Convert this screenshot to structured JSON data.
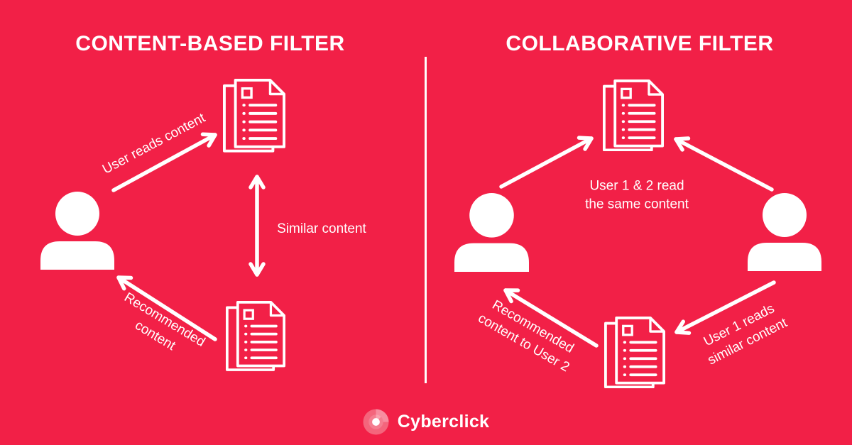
{
  "colors": {
    "background": "#f22047",
    "foreground": "#ffffff",
    "logo_outer": "#f4657c",
    "logo_wedge": "#f78da0",
    "logo_mid": "#f57d90"
  },
  "panels": {
    "left": {
      "title": "CONTENT-BASED FILTER",
      "labels": {
        "user_reads": "User reads content",
        "similar": "Similar content",
        "recommended": {
          "line1": "Recommended",
          "line2": "content"
        }
      }
    },
    "right": {
      "title": "COLLABORATIVE FILTER",
      "labels": {
        "read_same": {
          "line1": "User 1 & 2 read",
          "line2": "the same content"
        },
        "recommended_user2": {
          "line1": "Recommended",
          "line2": "content to User 2"
        },
        "user1_reads": {
          "line1": "User 1 reads",
          "line2": "similar content"
        }
      }
    }
  },
  "footer": {
    "logo_text": "Cyberclick"
  },
  "icons": {
    "document": "document-stack-icon",
    "person": "person-icon",
    "logo": "cyberclick-logo-icon"
  }
}
